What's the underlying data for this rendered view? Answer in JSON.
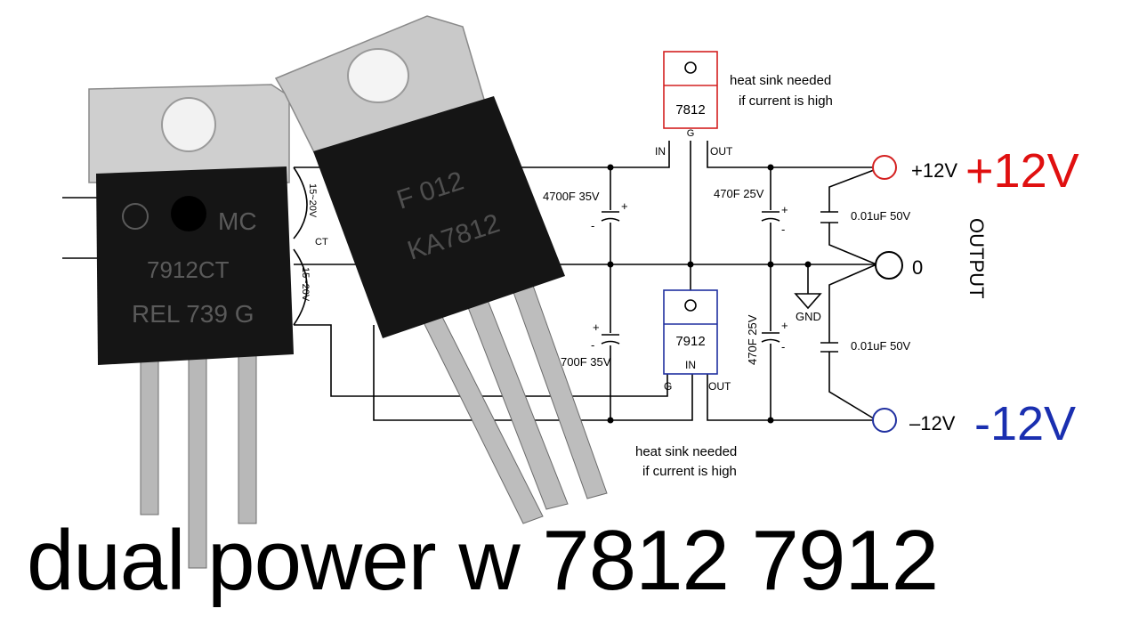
{
  "regulators": {
    "positive": {
      "part": "7812",
      "pin_in": "IN",
      "pin_g": "G",
      "pin_out": "OUT",
      "border_color": "#d42020"
    },
    "negative": {
      "part": "7912",
      "pin_g": "G",
      "pin_in": "IN",
      "pin_out": "OUT",
      "border_color": "#2030a0"
    }
  },
  "notes": {
    "heatsink_top_1": "heat sink needed",
    "heatsink_top_2": "if current is high",
    "heatsink_bottom_1": "heat sink needed",
    "heatsink_bottom_2": "if current is high"
  },
  "capacitors": {
    "input_top": "4700F 35V",
    "input_bottom": "700F 35V",
    "output_top": "470F 25V",
    "output_bottom": "470F 25V",
    "bypass_top": "0.01uF 50V",
    "bypass_bottom": "0.01uF 50V",
    "plus_sign": "+",
    "minus_sign": "-"
  },
  "transformer": {
    "secondary_top": "15~20V",
    "secondary_bottom": "15~20V",
    "center_tap": "CT"
  },
  "ground_label": "GND",
  "terminals": {
    "positive": {
      "label": "+12V",
      "color": "#d42020"
    },
    "zero": {
      "label": "0"
    },
    "negative": {
      "label": "–12V",
      "color": "#2030a0"
    }
  },
  "output_label": "OUTPUT",
  "big_labels": {
    "positive": {
      "text": "+12V",
      "color": "#e01010"
    },
    "negative": {
      "text": "-12V",
      "color": "#1a2fb0"
    }
  },
  "components_photo": {
    "left_marking_1": "MC",
    "left_marking_2": "7912CT",
    "left_marking_3": "REL 739 G",
    "right_marking_1": "F 012",
    "right_marking_2": "KA7812",
    "logo_icon": "on-semi-logo",
    "brand_icon": "fairchild-logo"
  },
  "caption": "dual power w 7812 7912"
}
